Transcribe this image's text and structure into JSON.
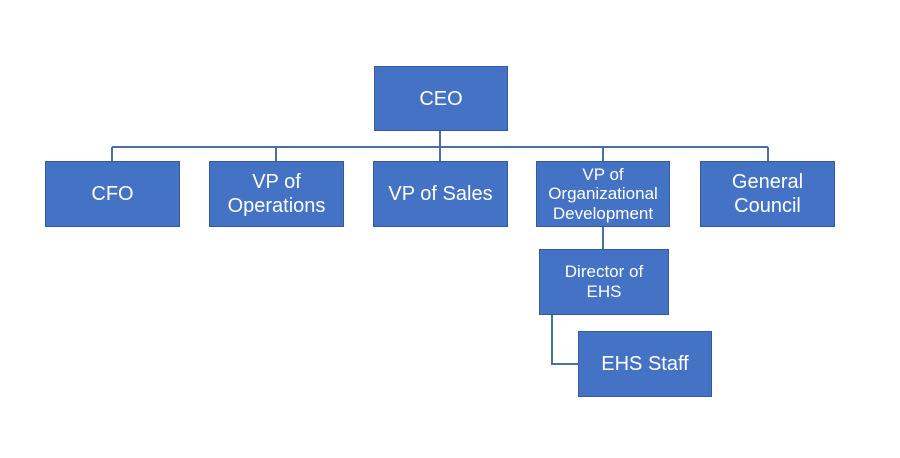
{
  "nodes": {
    "ceo": "CEO",
    "cfo": "CFO",
    "vp_operations": "VP of\nOperations",
    "vp_sales": "VP of Sales",
    "vp_org_dev": "VP of\nOrganizational\nDevelopment",
    "general_council": "General\nCouncil",
    "director_ehs": "Director of\nEHS",
    "ehs_staff": "EHS Staff"
  },
  "colors": {
    "box_fill": "#4472c4",
    "box_border": "#35599b",
    "connector": "#4a6fa5",
    "text": "#ffffff"
  }
}
